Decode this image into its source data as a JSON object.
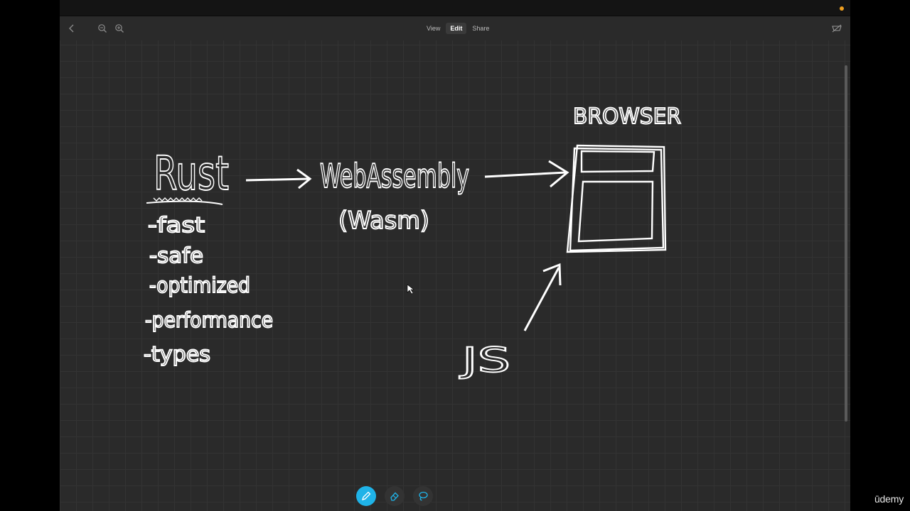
{
  "toolbar": {
    "tabs": [
      {
        "label": "View",
        "active": false
      },
      {
        "label": "Edit",
        "active": true
      },
      {
        "label": "Share",
        "active": false
      }
    ],
    "icons": [
      "back-chevron-icon",
      "zoom-out-icon",
      "zoom-in-icon",
      "hide-toolbar-icon"
    ]
  },
  "drawing": {
    "rust": "Rust",
    "bullets": [
      "-fast",
      "-safe",
      "-optimized",
      "-performance",
      "-types"
    ],
    "webassembly": "WebAssembly",
    "wasm": "(Wasm)",
    "browser": "BROWSER",
    "js": "JS"
  },
  "tools": [
    "pen-icon",
    "eraser-icon",
    "lasso-icon"
  ],
  "colors": {
    "background": "#2a2a2a",
    "ink": "#ffffff",
    "accent": "#1fb3e8",
    "record_dot": "#f0a020"
  },
  "watermark": "ūdemy"
}
